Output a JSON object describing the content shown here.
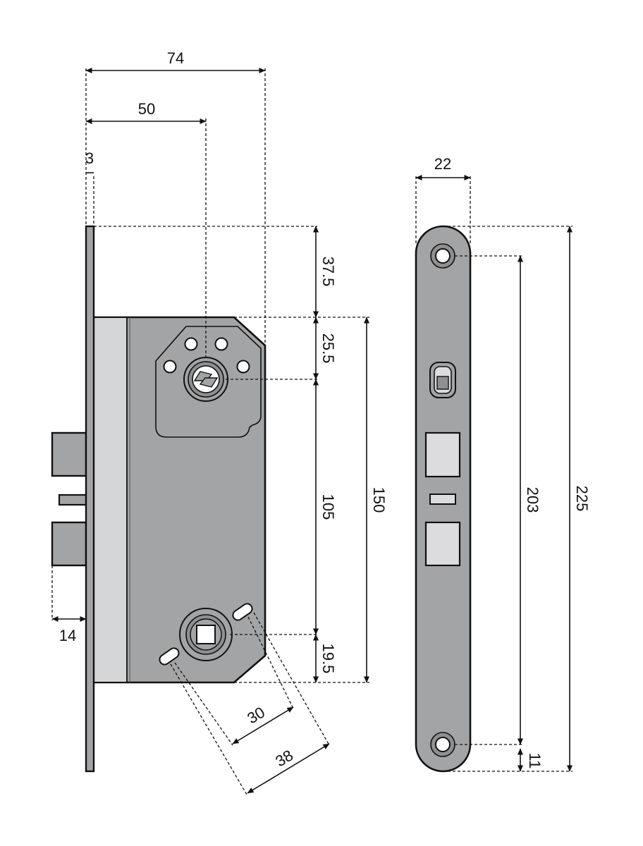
{
  "colors": {
    "body": "#a3a4a6",
    "faceplate_light": "#d5d6d8",
    "window": "#dcdcde",
    "outline": "#111111",
    "background": "#ffffff"
  },
  "dimensions": {
    "width_total": "74",
    "backset": "50",
    "faceplate_thickness": "3",
    "top_offset": "37.5",
    "cylinder_offset": "25.5",
    "center_distance": "105",
    "case_height": "150",
    "bottom_offset": "19.5",
    "latch_projection": "14",
    "screw_spacing_inner": "30",
    "screw_spacing_outer": "38",
    "faceplate_width": "22",
    "screw_hole_distance": "203",
    "faceplate_height": "225",
    "end_offset": "11"
  }
}
